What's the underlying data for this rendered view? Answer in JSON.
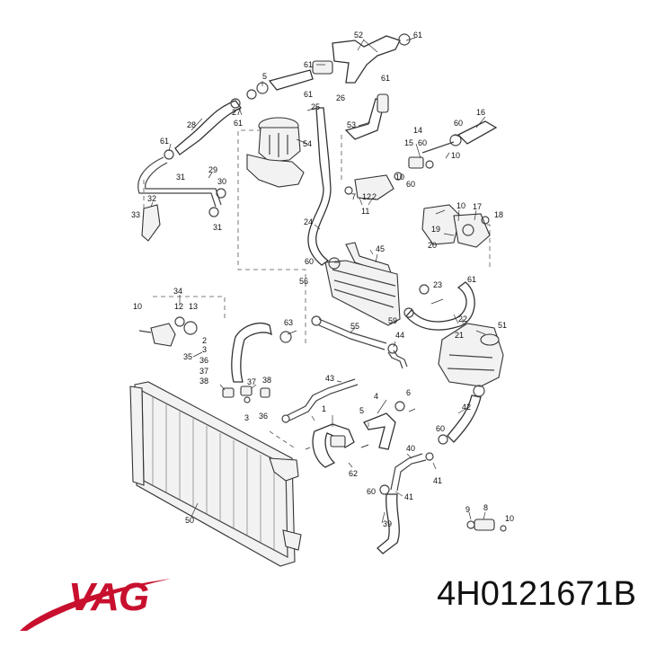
{
  "brand": {
    "name": "VAG",
    "color": "#c8102e"
  },
  "part_number": "4H0121671B",
  "callouts": {
    "c52": "52",
    "c61a": "61",
    "c61b": "61",
    "c61c": "61",
    "c5": "5",
    "c26": "26",
    "c61d": "61",
    "c27": "27",
    "c25": "25",
    "c28": "28",
    "c53": "53",
    "c61e": "61",
    "c54": "54",
    "c14": "14",
    "c16": "16",
    "c60a": "60",
    "c15": "15",
    "c60b": "60",
    "c61f": "61",
    "c10a": "10",
    "c29": "29",
    "c30": "30",
    "c31a": "31",
    "c60c": "60",
    "c10b": "10",
    "c12a": "12",
    "c7": "7",
    "c2a": "2",
    "c32": "32",
    "c33": "33",
    "c31b": "31",
    "c24": "24",
    "c11": "11",
    "c17": "17",
    "c18": "18",
    "c19": "19",
    "c20": "20",
    "c60d": "60",
    "c45": "45",
    "c23": "23",
    "c61g": "61",
    "c56": "56",
    "c34": "34",
    "c10c": "10",
    "c12b": "12",
    "c13": "13",
    "c22": "22",
    "c59": "59",
    "c63": "63",
    "c55": "55",
    "c51": "51",
    "c21": "21",
    "c2b": "2",
    "c3a": "3",
    "c36a": "36",
    "c44": "44",
    "c35": "35",
    "c37a": "37",
    "c38a": "38",
    "c37b": "37",
    "c38b": "38",
    "c43": "43",
    "c6": "6",
    "c4": "4",
    "c3b": "3",
    "c36b": "36",
    "c1": "1",
    "c42": "42",
    "c40": "40",
    "c5b": "5",
    "c60e": "60",
    "c62": "62",
    "c41a": "41",
    "c41b": "41",
    "c60f": "60",
    "c50": "50",
    "c39": "39",
    "c9": "9",
    "c8": "8",
    "c10d": "10",
    "c10e": "10"
  }
}
